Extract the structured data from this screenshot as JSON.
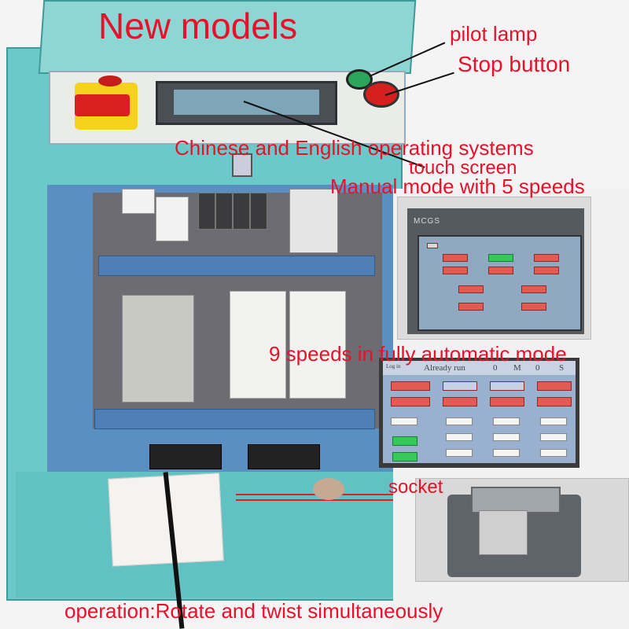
{
  "headline": "New models",
  "callouts": {
    "pilot_lamp": "pilot lamp",
    "stop_button": "Stop button",
    "chinese_english": "Chinese and English operating systems",
    "touch_screen": "touch screen",
    "manual_mode": "Manual mode with 5 speeds",
    "auto_mode": "9 speeds in fully automatic mode",
    "socket": "socket",
    "operation": "operation:Rotate and twist simultaneously"
  },
  "hmi_manual": {
    "brand": "MCGS"
  },
  "hmi_auto": {
    "login": "Log in",
    "status": "Already run",
    "counters": [
      "0",
      "M",
      "0",
      "S"
    ]
  },
  "colors": {
    "label_red": "#e8102a",
    "cabinet": "#6cc9c9",
    "accent_green": "#37c85a"
  }
}
